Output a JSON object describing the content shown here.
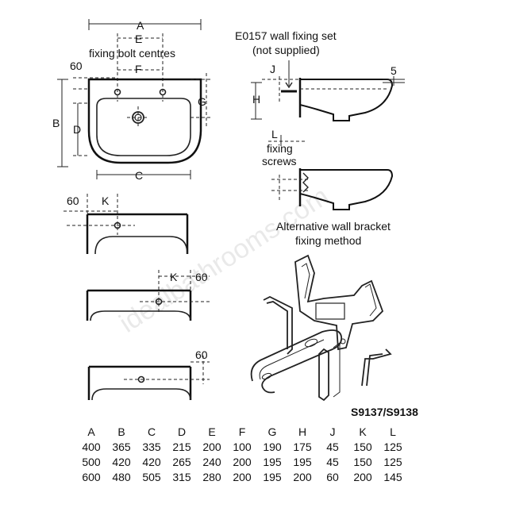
{
  "labels": {
    "A": "A",
    "B": "B",
    "C": "C",
    "D": "D",
    "E": "E",
    "F": "F",
    "G": "G",
    "H": "H",
    "J": "J",
    "K": "K",
    "L": "L",
    "fixing_bolt_centres": "fixing bolt centres",
    "sixty": "60",
    "five": "5",
    "wall_fixing_line1": "E0157 wall fixing set",
    "wall_fixing_line2": "(not supplied)",
    "fixing_screws_line1": "fixing",
    "fixing_screws_line2": "screws",
    "alt_bracket_line1": "Alternative wall bracket",
    "alt_bracket_line2": "fixing method",
    "bracket_code": "S9137/S9138",
    "watermark": "idealbathrooms.com"
  },
  "table": {
    "headers": [
      "A",
      "B",
      "C",
      "D",
      "E",
      "F",
      "G",
      "H",
      "J",
      "K",
      "L"
    ],
    "rows": [
      [
        "400",
        "365",
        "335",
        "215",
        "200",
        "100",
        "190",
        "175",
        "45",
        "150",
        "125"
      ],
      [
        "500",
        "420",
        "420",
        "265",
        "240",
        "200",
        "195",
        "195",
        "45",
        "150",
        "125"
      ],
      [
        "600",
        "480",
        "505",
        "315",
        "280",
        "200",
        "195",
        "200",
        "60",
        "200",
        "145"
      ]
    ]
  }
}
